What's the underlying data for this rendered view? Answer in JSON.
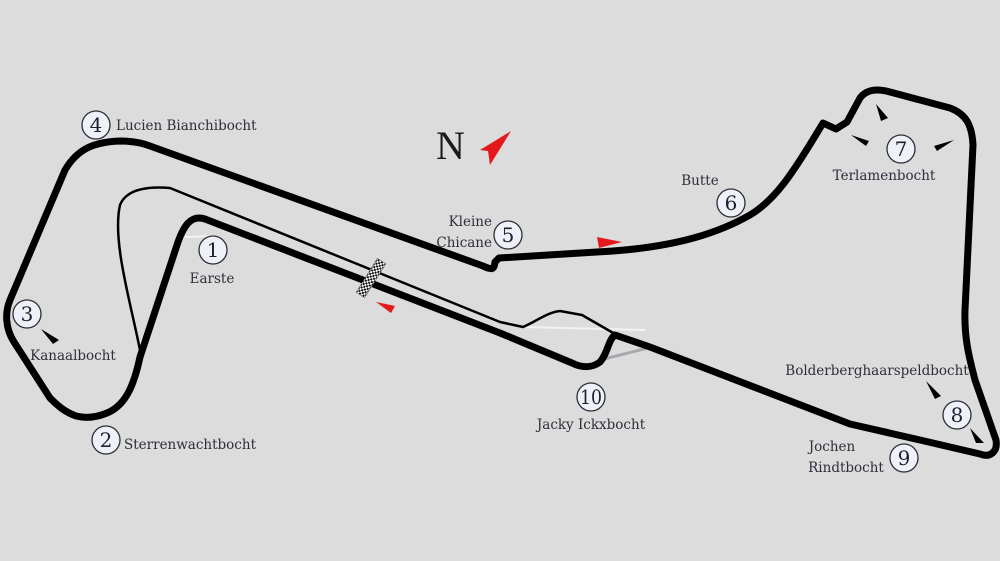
{
  "compass": {
    "label": "N"
  },
  "colors": {
    "background": "#dcdcdc",
    "track": "#000000",
    "arrow": "#e4191b",
    "marker_fill": "#eef2f8"
  },
  "corners": [
    {
      "number": "1",
      "name": [
        "Earste"
      ]
    },
    {
      "number": "2",
      "name": [
        "Sterrenwachtbocht"
      ]
    },
    {
      "number": "3",
      "name": [
        "Kanaalbocht"
      ]
    },
    {
      "number": "4",
      "name": [
        "Lucien Bianchibocht"
      ]
    },
    {
      "number": "5",
      "name": [
        "Kleine",
        "Chicane"
      ]
    },
    {
      "number": "6",
      "name": [
        "Butte"
      ]
    },
    {
      "number": "7",
      "name": [
        "Terlamenbocht"
      ]
    },
    {
      "number": "8",
      "name": [
        "Bolderberghaarspeldbocht"
      ]
    },
    {
      "number": "9",
      "name": [
        "Jochen",
        "Rindtbocht"
      ]
    },
    {
      "number": "10",
      "name": [
        "Jacky Ickxbocht"
      ]
    }
  ],
  "icons": {
    "start_finish": "checkered-flag-icon",
    "direction": "red-arrow-icon",
    "north": "north-arrow-icon"
  }
}
